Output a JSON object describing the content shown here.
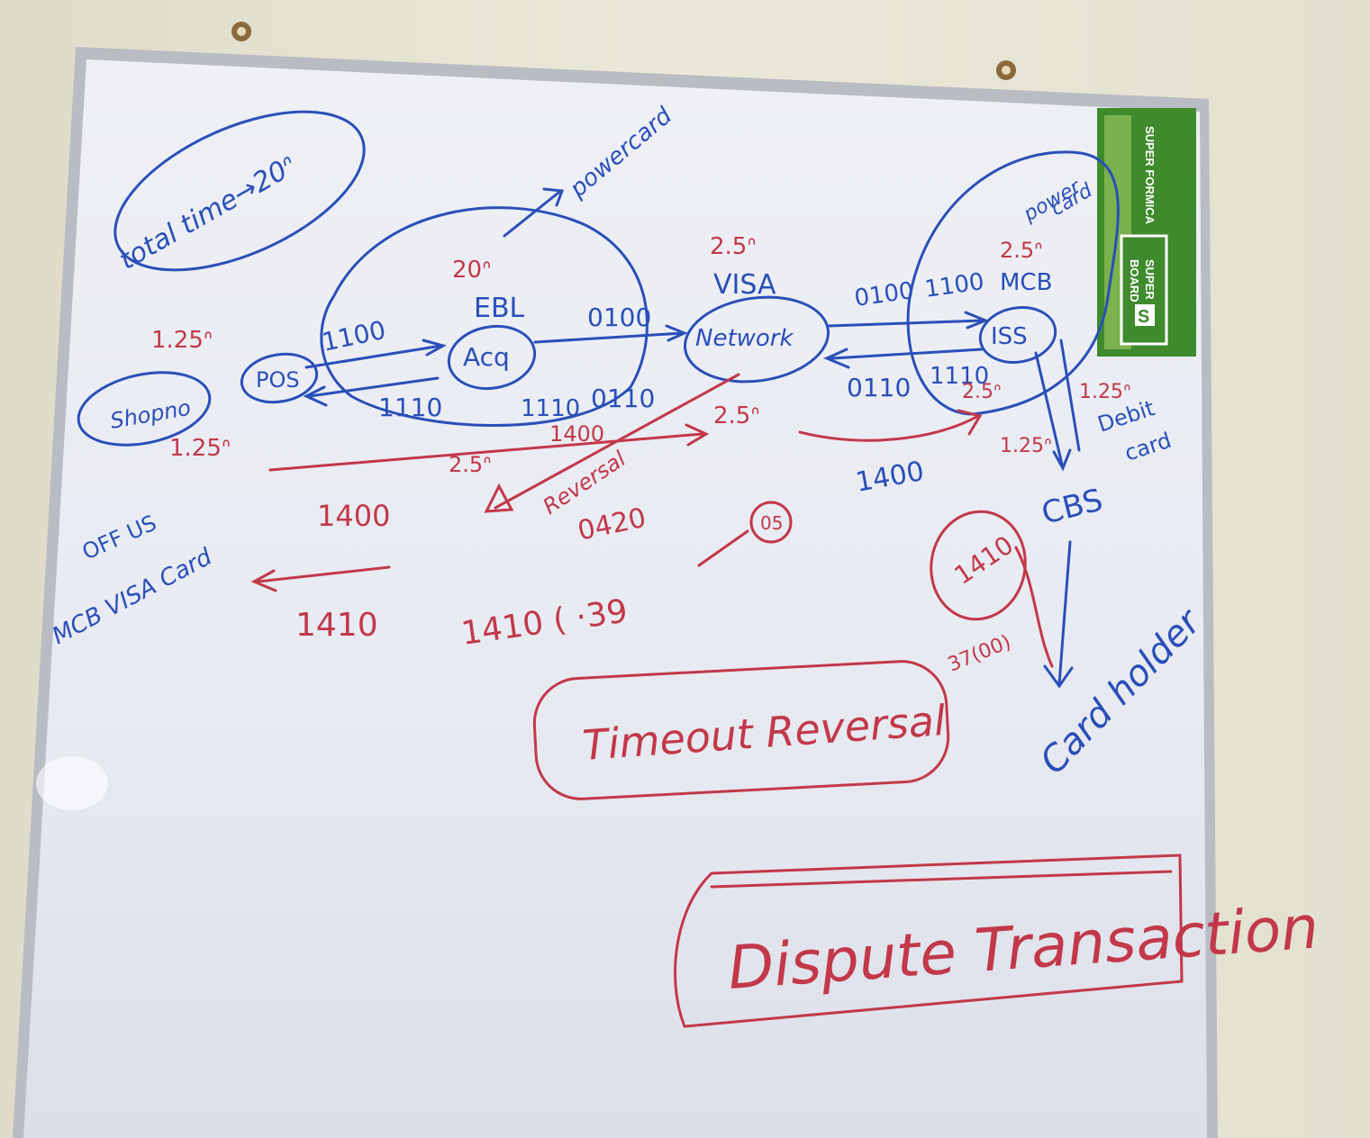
{
  "colors": {
    "wall": "#e7e6d6",
    "board": "#e9ecf3",
    "frame": "#b9bcc2",
    "blue_marker": "#2a4fb8",
    "red_marker": "#c2384a",
    "sticker_green": "#3f8a2c"
  },
  "board": {
    "sticker": {
      "line1": "SUPER FORMICA",
      "line2": "SUPER",
      "line3": "BOARD",
      "badge": "S"
    },
    "notes": {
      "total_time": "total time→20ᐢ",
      "powercard_top": "powercard",
      "ebl_time": "20ᐢ",
      "ebl": "EBL",
      "acq": "Acq",
      "shopno": "Shopno",
      "pos": "POS",
      "time_pos_top": "1.25ᐢ",
      "time_pos_bottom": "1.25ᐢ",
      "m1100_left": "1100",
      "m1110_left": "1110",
      "m0100_mid": "0100",
      "m1110_mid": "1110",
      "m0110_mid": "0110",
      "visa_time": "2.5ᐢ",
      "visa": "VISA",
      "network": "Network",
      "m0100_right": "0100",
      "m1100_right": "1100",
      "m0110_right": "0110",
      "m1110_right": "1110",
      "iss_time_top": "2.5ᐢ",
      "mcb": "MCB",
      "iss": "ISS",
      "powercard_right_1": "power",
      "powercard_right_2": "card",
      "iss_time_right": "2.5ᐢ",
      "debit_time": "1.25ᐢ",
      "debit_1": "Debit",
      "debit_2": "card",
      "cbs_time": "1.25ᐢ",
      "cbs": "CBS",
      "time_arrow": "2.5ᐢ",
      "m1400_line": "1400",
      "time_line": "2.5ᐢ",
      "reversal": "Reversal",
      "m0420": "0420",
      "m1400_right": "1400",
      "offus_1": "OFF US",
      "offus_2": "MCB VISA Card",
      "m1400_left": "1400",
      "m1410_left": "1410",
      "m1410_mid": "1410 ( ·39",
      "code_circle": "05",
      "m1410_right": "1410",
      "code_3700": "37(00)",
      "cardholder": "Card holder",
      "timeout_reversal": "Timeout Reversal",
      "dispute": "Dispute Transaction"
    }
  }
}
